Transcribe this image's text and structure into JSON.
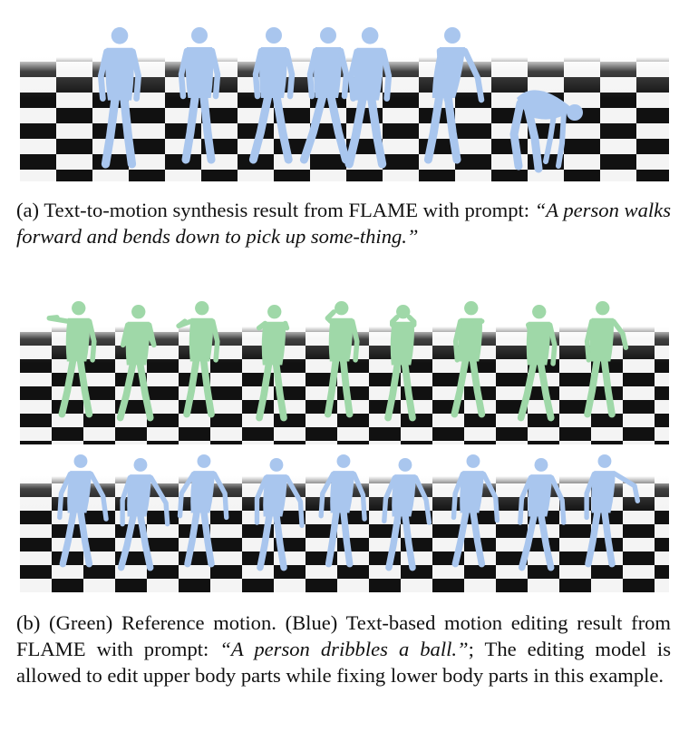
{
  "figure_a": {
    "figure_color": "#a9c6ee",
    "caption_label": "(a)",
    "caption_text": "Text-to-motion synthesis result from FLAME with prompt:",
    "caption_prompt": "“A person walks forward and bends down to pick up some-thing.”"
  },
  "figure_b": {
    "reference_color": "#9fd8a8",
    "edited_color": "#a9c6ee",
    "caption_label": "(b)",
    "caption_text_1": "(Green) Reference motion. (Blue) Text-based motion editing result from FLAME with prompt:",
    "caption_prompt": "“A person dribbles a ball.”",
    "caption_text_2": "; The editing model is allowed to edit upper body parts while fixing lower body parts in this example."
  }
}
